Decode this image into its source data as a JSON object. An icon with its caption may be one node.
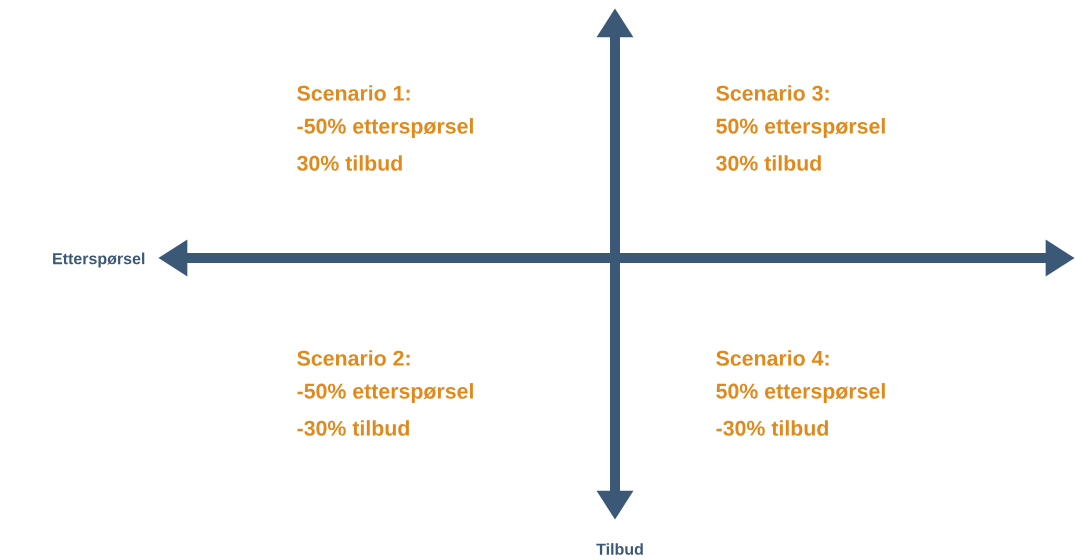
{
  "diagram": {
    "labels": [
      "Scenario 1:",
      "-50% etterspørsel",
      "30% tilbud",
      "Scenario 3:",
      "50% etterspørsel",
      "30% tilbud",
      "Etterspørsel",
      "Scenario 2:",
      "-50% etterspørsel",
      "-30% tilbud",
      "Scenario 4:",
      "50% etterspørsel",
      "-30% tilbud",
      "Tilbud"
    ]
  }
}
